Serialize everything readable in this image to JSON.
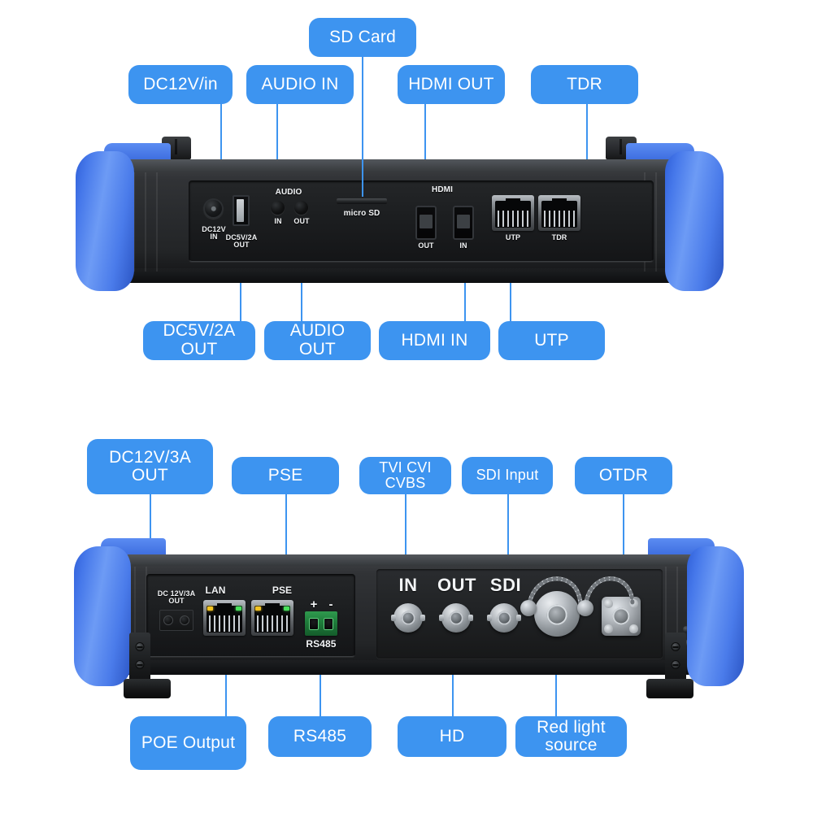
{
  "diagram": {
    "title": "IP Camera Tester Port Callout Diagram",
    "accent_color": "#3d94f0",
    "label_text_color": "#ffffff",
    "body_color": "#2a2c2f",
    "bumper_color": "#4678ea"
  },
  "top_device": {
    "callouts_above": [
      {
        "label": "DC12V/in"
      },
      {
        "label": "AUDIO IN"
      },
      {
        "label": "SD  Card"
      },
      {
        "label": "HDMI OUT"
      },
      {
        "label": "TDR"
      }
    ],
    "callouts_below": [
      {
        "label": "DC5V/2A OUT"
      },
      {
        "label": "AUDIO OUT"
      },
      {
        "label": "HDMI IN"
      },
      {
        "label": "UTP"
      }
    ],
    "silkscreen": [
      {
        "text": "DC12V\nIN"
      },
      {
        "text": "DC5V/2A\nOUT"
      },
      {
        "text": "AUDIO"
      },
      {
        "text": "IN"
      },
      {
        "text": "OUT"
      },
      {
        "text": "micro SD"
      },
      {
        "text": "HDMI"
      },
      {
        "text": "OUT"
      },
      {
        "text": "IN"
      },
      {
        "text": "UTP"
      },
      {
        "text": "TDR"
      }
    ]
  },
  "bottom_device": {
    "callouts_above": [
      {
        "label": "DC12V/3A\nOUT"
      },
      {
        "label": "PSE"
      },
      {
        "label": "TVI CVI CVBS"
      },
      {
        "label": "SDI Input"
      },
      {
        "label": "OTDR"
      }
    ],
    "callouts_below": [
      {
        "label": "POE Output"
      },
      {
        "label": "RS485"
      },
      {
        "label": "HD"
      },
      {
        "label": "Red light\nsource"
      }
    ],
    "silkscreen": [
      {
        "text": "DC 12V/3A\nOUT"
      },
      {
        "text": "LAN"
      },
      {
        "text": "PSE"
      },
      {
        "text": "+"
      },
      {
        "text": "-"
      },
      {
        "text": "RS485"
      },
      {
        "text": "IN"
      },
      {
        "text": "OUT"
      },
      {
        "text": "SDI"
      }
    ]
  }
}
